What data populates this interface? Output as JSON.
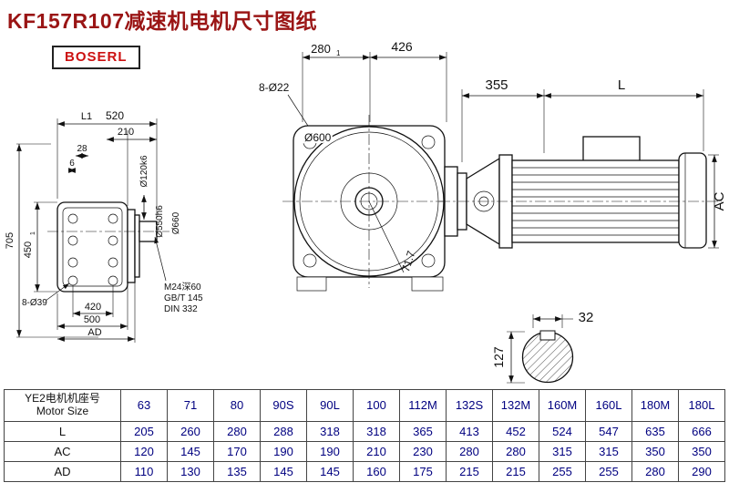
{
  "page": {
    "title": "KF157R107减速机电机尺寸图纸",
    "brand": "BOSERL"
  },
  "colors": {
    "title": "#9a1515",
    "brand": "#cc1111",
    "table_numbers": "#000080"
  },
  "drawing": {
    "front_view": {
      "dim_280": "280",
      "dim_280_tol": "1",
      "dim_426": "426",
      "bolt_holes": "8-Ø22",
      "flange_dia": "Ø600",
      "angle": "71.7"
    },
    "motor_view": {
      "dim_355": "355",
      "dim_L": "L",
      "dim_AC": "AC"
    },
    "shaft_view": {
      "dim_32": "32",
      "dim_127": "127"
    },
    "side_view": {
      "dim_L1": "L1",
      "dim_520": "520",
      "dim_210": "210",
      "dim_28": "28",
      "dim_6": "6",
      "dim_705": "705",
      "dim_450": "450",
      "dim_450_tol": "1",
      "holes": "8-Ø39",
      "dim_420": "420",
      "dim_500": "500",
      "dim_AD": "AD",
      "shaft_dia": "Ø120k6",
      "spigot_dia": "Ø550h6",
      "flange_dia": "Ø660",
      "tap": "M24深60",
      "std1": "GB/T 145",
      "std2": "DIN 332"
    }
  },
  "table": {
    "row_label_header": "YE2电机机座号",
    "row_label_header_en": "Motor Size",
    "sizes": [
      "63",
      "71",
      "80",
      "90S",
      "90L",
      "100",
      "112M",
      "132S",
      "132M",
      "160M",
      "160L",
      "180M",
      "180L"
    ],
    "rows": [
      {
        "label": "L",
        "values": [
          "205",
          "260",
          "280",
          "288",
          "318",
          "318",
          "365",
          "413",
          "452",
          "524",
          "547",
          "635",
          "666"
        ]
      },
      {
        "label": "AC",
        "values": [
          "120",
          "145",
          "170",
          "190",
          "190",
          "210",
          "230",
          "280",
          "280",
          "315",
          "315",
          "350",
          "350"
        ]
      },
      {
        "label": "AD",
        "values": [
          "110",
          "130",
          "135",
          "145",
          "145",
          "160",
          "175",
          "215",
          "215",
          "255",
          "255",
          "280",
          "290"
        ]
      }
    ]
  }
}
